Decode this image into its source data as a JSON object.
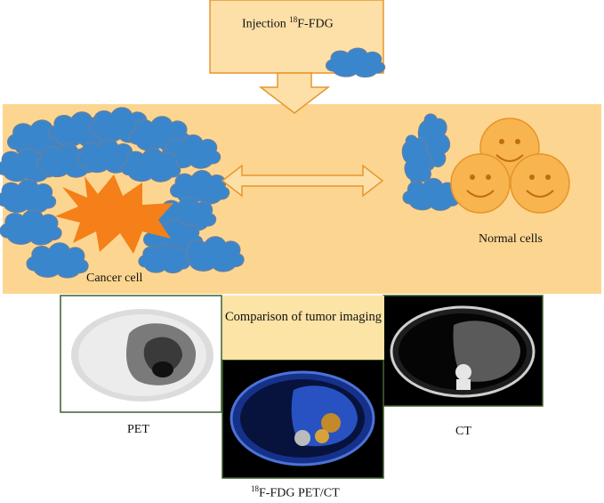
{
  "injection": {
    "text": "Injection ",
    "sup": "18",
    "agent": "F-FDG"
  },
  "labels": {
    "cancer_cell": "Cancer cell",
    "normal_cells": "Normal cells",
    "comparison": "Comparison of tumor imaging",
    "pet": "PET",
    "ct": "CT",
    "petct_sup": "18",
    "petct_text": "F-FDG PET/CT"
  },
  "colors": {
    "band": "#fcd691",
    "box": "#fce0a8",
    "border": "#e9962e",
    "glucose": "#3a86cc",
    "tumor": "#f57f18",
    "face": "#f8b44f",
    "frame": "#3d5f2e"
  },
  "icons": [
    "glucose-cloud-icon",
    "tumor-star-icon",
    "smiley-cell-icon",
    "double-arrow-icon",
    "down-arrow-icon"
  ]
}
